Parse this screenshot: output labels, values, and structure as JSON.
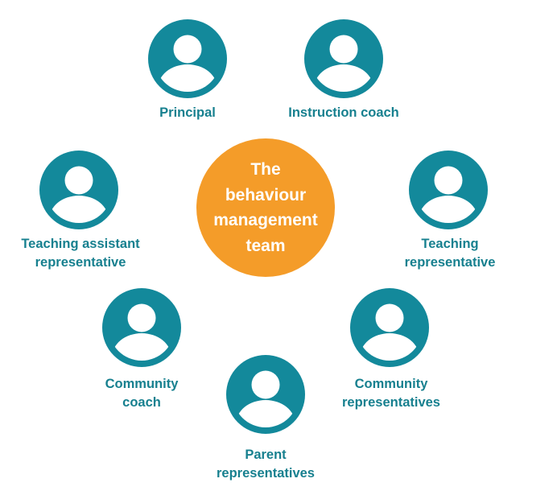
{
  "center": {
    "lines": [
      "The",
      "behaviour",
      "management",
      "team"
    ]
  },
  "members": [
    {
      "id": "principal",
      "lines": [
        "Principal"
      ]
    },
    {
      "id": "instruction-coach",
      "lines": [
        "Instruction coach"
      ]
    },
    {
      "id": "teaching-assistant-representative",
      "lines": [
        "Teaching assistant",
        "representative"
      ]
    },
    {
      "id": "teaching-representative",
      "lines": [
        "Teaching",
        "representative"
      ]
    },
    {
      "id": "community-coach",
      "lines": [
        "Community",
        "coach"
      ]
    },
    {
      "id": "community-representatives",
      "lines": [
        "Community",
        "representatives"
      ]
    },
    {
      "id": "parent-representatives",
      "lines": [
        "Parent",
        "representatives"
      ]
    }
  ],
  "colors": {
    "teal": "#13899b",
    "orange": "#f49c29",
    "label": "#17808f"
  }
}
